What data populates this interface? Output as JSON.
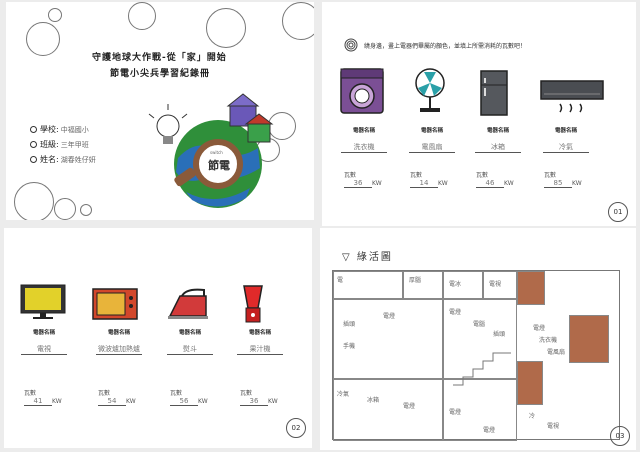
{
  "cover": {
    "title_line1": "守護地球大作戰-從「家」開始",
    "title_line2": "節電小尖兵學習紀錄冊",
    "school_label": "學校:",
    "school_value": "中福國小",
    "class_label": "班級:",
    "class_value": "三年甲班",
    "name_label": "姓名:",
    "name_value": "湖春姓仔妍",
    "globe_text": "節電",
    "globe_small": "switch"
  },
  "page1": {
    "question": "繞身邊，畫上電器們畢屬的顏色，並填上所需消耗的瓦數吧！",
    "appliance_label": "電器名稱",
    "power_label": "瓦數",
    "unit": "KW",
    "appliances": [
      {
        "icon": "washing-machine-icon",
        "name": "洗衣機",
        "power": "36"
      },
      {
        "icon": "electric-fan-icon",
        "name": "電風扇",
        "power": "14"
      },
      {
        "icon": "refrigerator-icon",
        "name": "冰箱",
        "power": "46"
      },
      {
        "icon": "air-conditioner-icon",
        "name": "冷氣",
        "power": "85"
      }
    ],
    "page_number": "01"
  },
  "page2": {
    "appliance_label": "電器名稱",
    "power_label": "瓦數",
    "unit": "KW",
    "appliances": [
      {
        "icon": "television-icon",
        "name": "電視",
        "power": "41"
      },
      {
        "icon": "microwave-icon",
        "name": "微波爐加熱爐",
        "power": "54"
      },
      {
        "icon": "iron-icon",
        "name": "熨斗",
        "power": "56"
      },
      {
        "icon": "blender-icon",
        "name": "果汁機",
        "power": "36"
      }
    ],
    "page_number": "02"
  },
  "page3": {
    "title": "綠活圖",
    "rooms": [
      "電",
      "厚腦",
      "電冰",
      "電視",
      "插頭",
      "電燈",
      "手機",
      "電燈",
      "電腦",
      "插頭",
      "電燈",
      "洗衣機",
      "電風扇",
      "冷氣",
      "冰箱",
      "電燈",
      "電燈",
      "冷",
      "電視",
      "電燈"
    ],
    "page_number": "03"
  },
  "colors": {
    "washer": "#7b4f95",
    "fan": "#2aa0a8",
    "fridge": "#55585d",
    "ac": "#4a4d52",
    "tv": "#e2d12a",
    "microwave": "#d2472b",
    "iron": "#d23a3a",
    "blender": "#e02a2a",
    "floor": "#b06a4a"
  }
}
